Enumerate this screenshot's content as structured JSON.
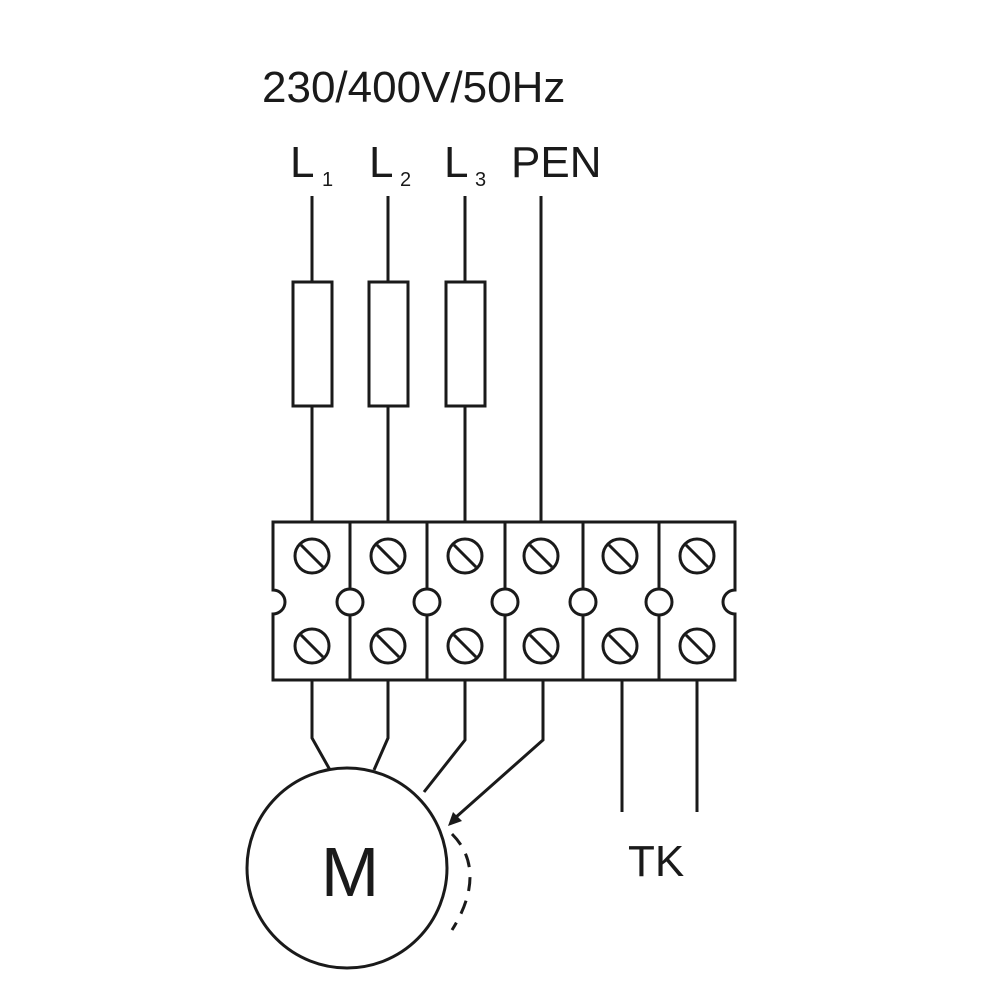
{
  "supply": {
    "rating": "230/400V/50Hz",
    "phases": [
      {
        "letter": "L",
        "index": "1"
      },
      {
        "letter": "L",
        "index": "2"
      },
      {
        "letter": "L",
        "index": "3"
      }
    ],
    "pen": "PEN"
  },
  "motor": {
    "label": "M"
  },
  "thermal_contact": {
    "label": "TK"
  },
  "colors": {
    "line": "#1a1a1a",
    "background": "#ffffff"
  }
}
